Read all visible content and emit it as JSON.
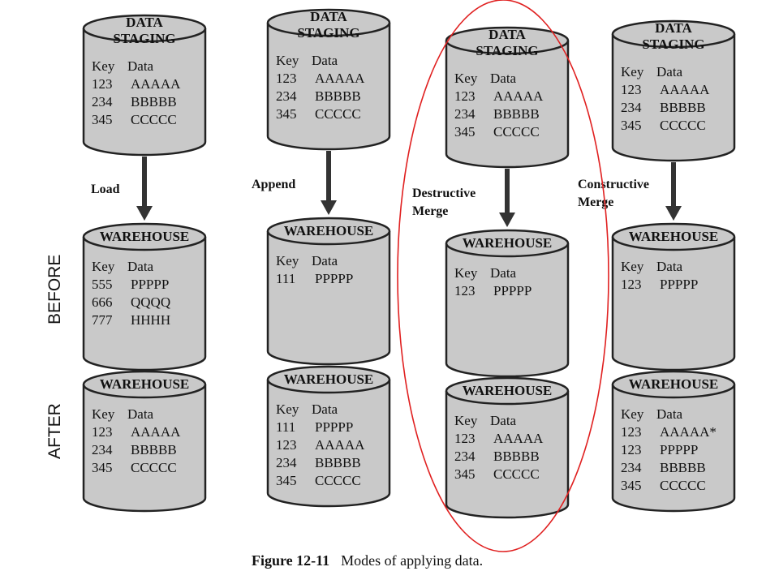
{
  "row_labels": {
    "before": "BEFORE",
    "after": "AFTER"
  },
  "caption": {
    "number": "Figure 12-11",
    "text": "Modes of applying data."
  },
  "columns": [
    {
      "operation": [
        "Load"
      ],
      "staging": {
        "title": [
          "DATA",
          "STAGING"
        ],
        "header": [
          "Key",
          "Data"
        ],
        "rows": [
          [
            "123",
            "AAAAA"
          ],
          [
            "234",
            "BBBBB"
          ],
          [
            "345",
            "CCCCC"
          ]
        ]
      },
      "before": {
        "title": [
          "WAREHOUSE"
        ],
        "header": [
          "Key",
          "Data"
        ],
        "rows": [
          [
            "555",
            "PPPPP"
          ],
          [
            "666",
            "QQQQ"
          ],
          [
            "777",
            "HHHH"
          ]
        ]
      },
      "after": {
        "title": [
          "WAREHOUSE"
        ],
        "header": [
          "Key",
          "Data"
        ],
        "rows": [
          [
            "123",
            "AAAAA"
          ],
          [
            "234",
            "BBBBB"
          ],
          [
            "345",
            "CCCCC"
          ]
        ]
      }
    },
    {
      "operation": [
        "Append"
      ],
      "staging": {
        "title": [
          "DATA",
          "STAGING"
        ],
        "header": [
          "Key",
          "Data"
        ],
        "rows": [
          [
            "123",
            "AAAAA"
          ],
          [
            "234",
            "BBBBB"
          ],
          [
            "345",
            "CCCCC"
          ]
        ]
      },
      "before": {
        "title": [
          "WAREHOUSE"
        ],
        "header": [
          "Key",
          "Data"
        ],
        "rows": [
          [
            "111",
            "PPPPP"
          ]
        ]
      },
      "after": {
        "title": [
          "WAREHOUSE"
        ],
        "header": [
          "Key",
          "Data"
        ],
        "rows": [
          [
            "111",
            "PPPPP"
          ],
          [
            "123",
            "AAAAA"
          ],
          [
            "234",
            "BBBBB"
          ],
          [
            "345",
            "CCCCC"
          ]
        ]
      }
    },
    {
      "operation": [
        "Destructive",
        "Merge"
      ],
      "staging": {
        "title": [
          "DATA",
          "STAGING"
        ],
        "header": [
          "Key",
          "Data"
        ],
        "rows": [
          [
            "123",
            "AAAAA"
          ],
          [
            "234",
            "BBBBB"
          ],
          [
            "345",
            "CCCCC"
          ]
        ]
      },
      "before": {
        "title": [
          "WAREHOUSE"
        ],
        "header": [
          "Key",
          "Data"
        ],
        "rows": [
          [
            "123",
            "PPPPP"
          ]
        ]
      },
      "after": {
        "title": [
          "WAREHOUSE"
        ],
        "header": [
          "Key",
          "Data"
        ],
        "rows": [
          [
            "123",
            "AAAAA"
          ],
          [
            "234",
            "BBBBB"
          ],
          [
            "345",
            "CCCCC"
          ]
        ]
      }
    },
    {
      "operation": [
        "Constructive",
        "Merge"
      ],
      "staging": {
        "title": [
          "DATA",
          "STAGING"
        ],
        "header": [
          "Key",
          "Data"
        ],
        "rows": [
          [
            "123",
            "AAAAA"
          ],
          [
            "234",
            "BBBBB"
          ],
          [
            "345",
            "CCCCC"
          ]
        ]
      },
      "before": {
        "title": [
          "WAREHOUSE"
        ],
        "header": [
          "Key",
          "Data"
        ],
        "rows": [
          [
            "123",
            "PPPPP"
          ]
        ]
      },
      "after": {
        "title": [
          "WAREHOUSE"
        ],
        "header": [
          "Key",
          "Data"
        ],
        "rows": [
          [
            "123",
            "AAAAA*"
          ],
          [
            "123",
            "PPPPP"
          ],
          [
            "234",
            "BBBBB"
          ],
          [
            "345",
            "CCCCC"
          ]
        ]
      }
    }
  ],
  "colors": {
    "cylinder_fill": "#c9c9c9",
    "outline": "#222222",
    "arrow": "#333333",
    "highlight_ellipse": "#e02020"
  }
}
